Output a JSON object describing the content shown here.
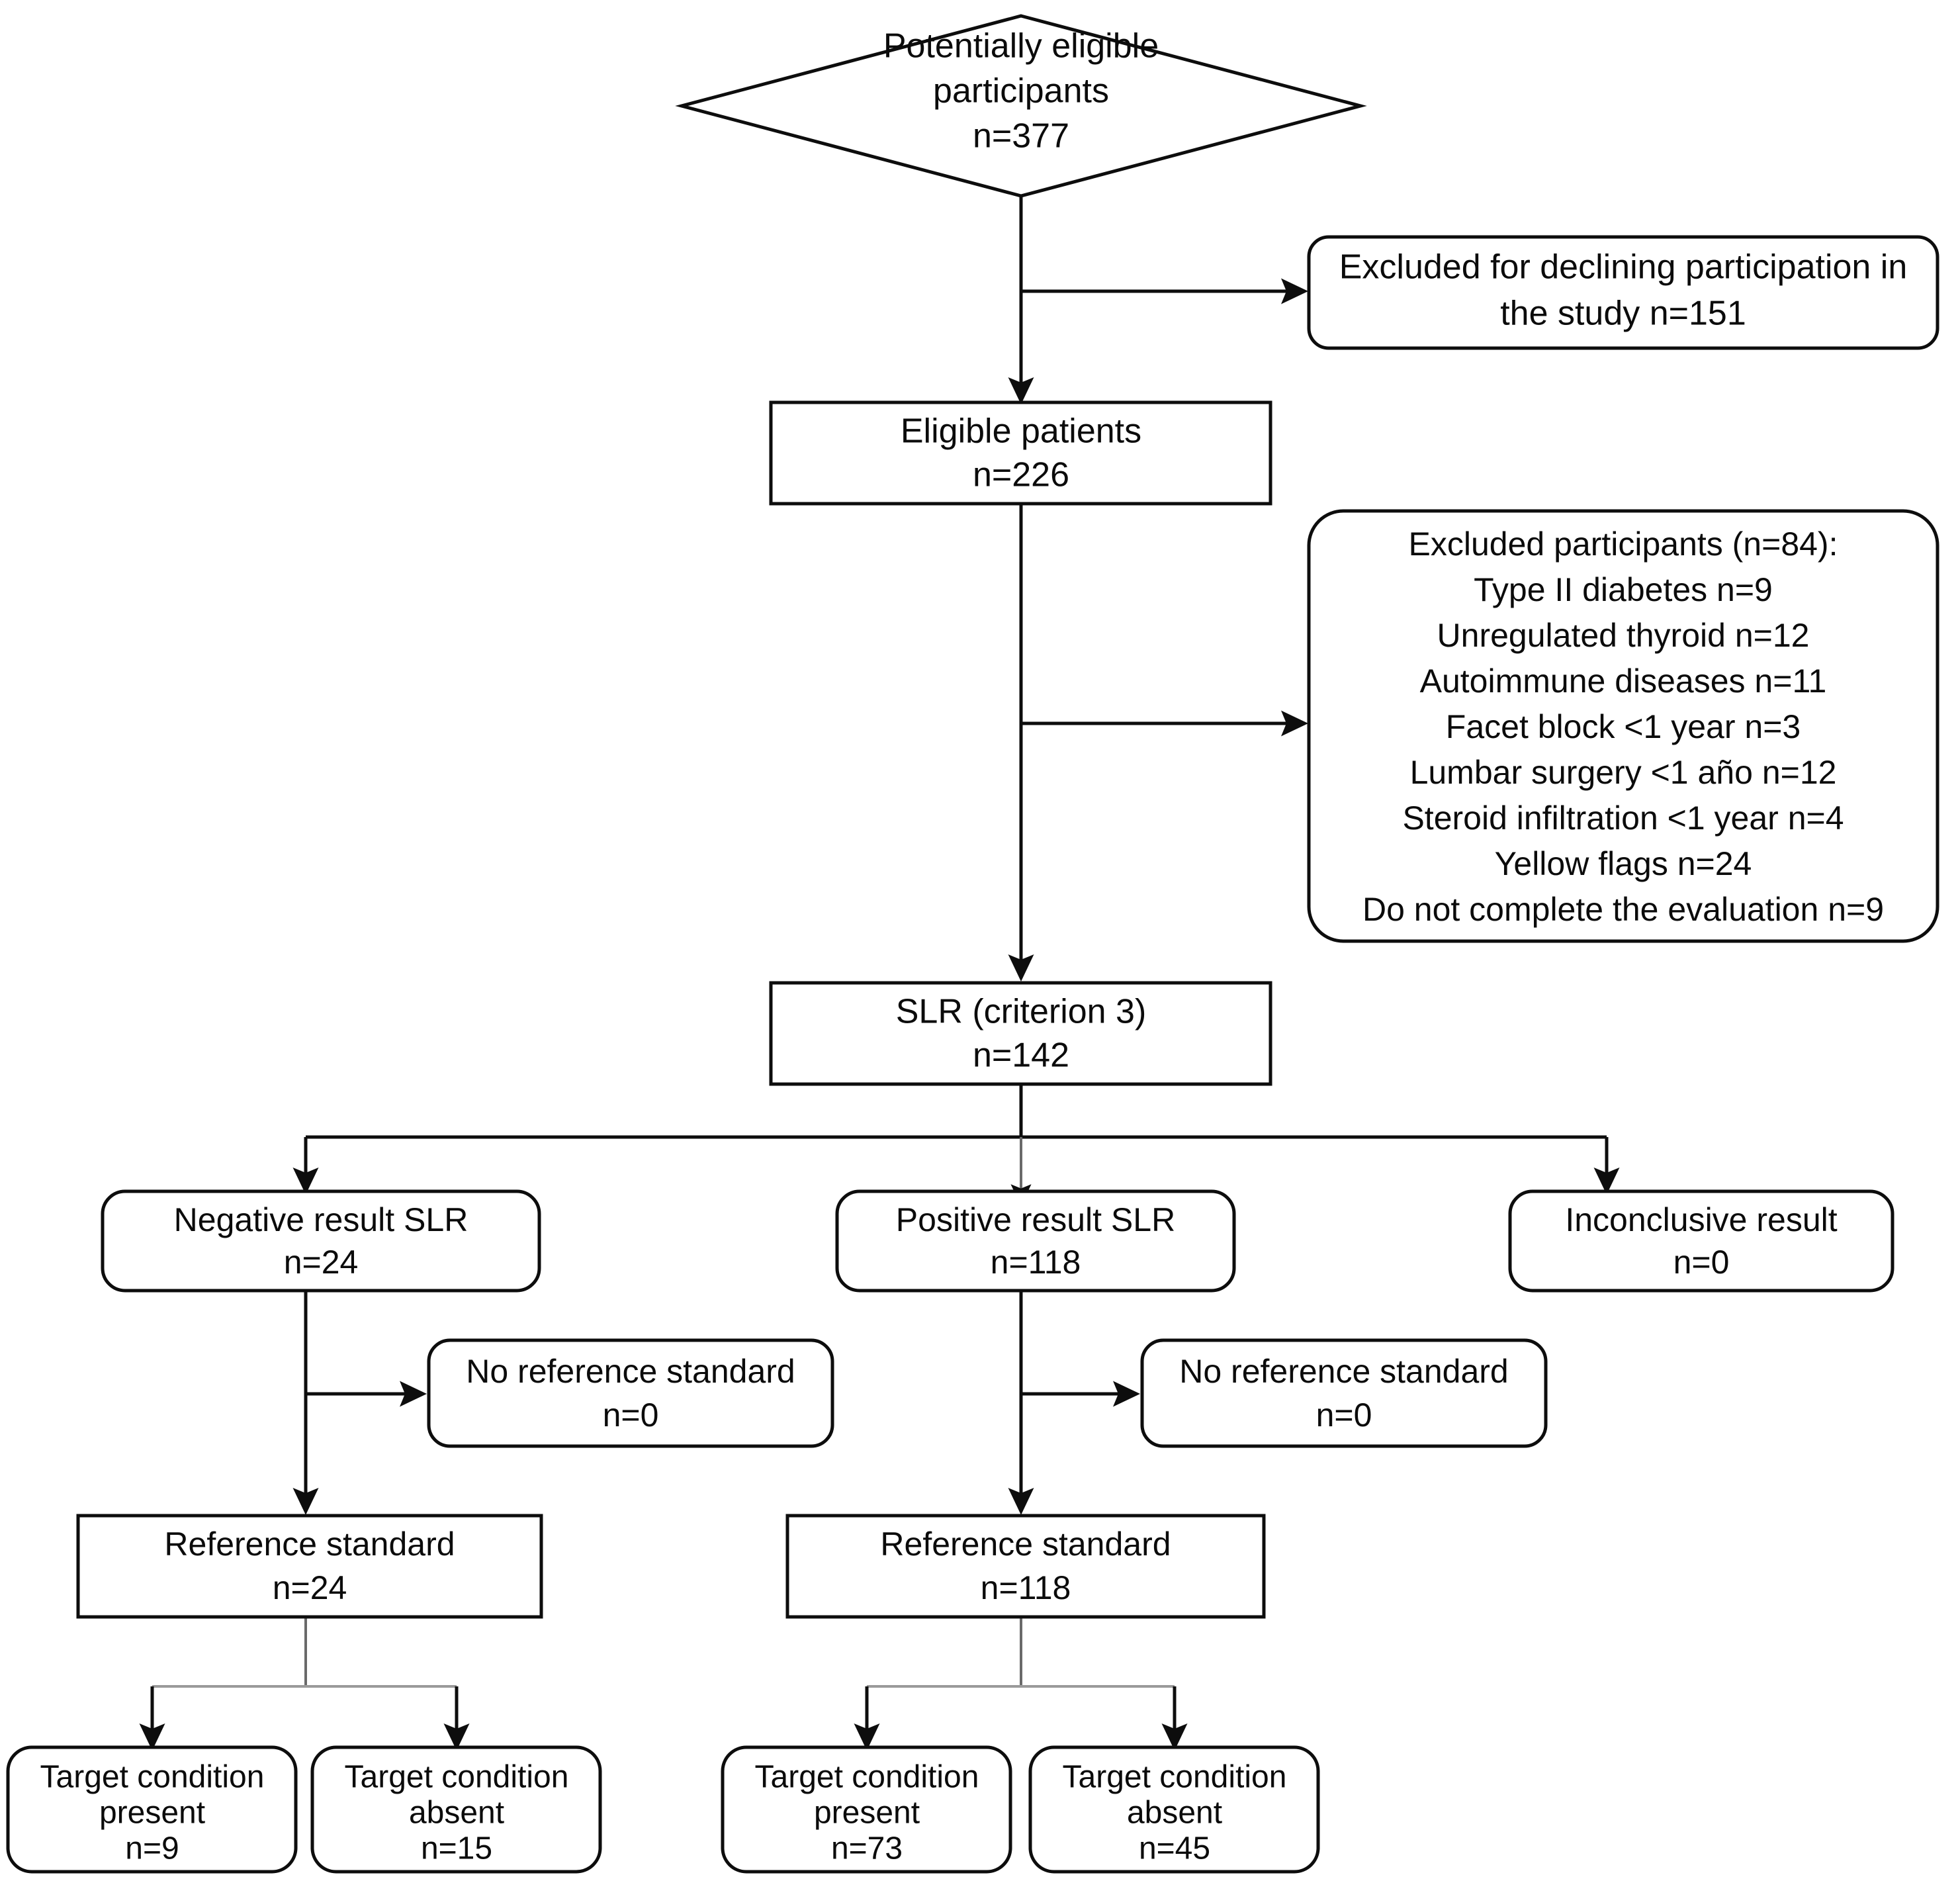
{
  "diagram": {
    "title": "STARD participant flow diagram",
    "colors": {
      "stroke": "#0d0d0d",
      "background": "#ffffff",
      "light_connector": "#9a9a9a"
    },
    "nodes": {
      "potentially_eligible": {
        "shape": "diamond",
        "line1": "Potentially eligible",
        "line2": "participants",
        "line3": "n=377"
      },
      "excluded_declining": {
        "shape": "rounded-rect",
        "line1": "Excluded for declining participation in",
        "line2": "the study n=151"
      },
      "eligible_patients": {
        "shape": "rect",
        "line1": "Eligible patients",
        "line2": "n=226"
      },
      "excluded_participants": {
        "shape": "rounded-rect",
        "lines": [
          "Excluded participants (n=84):",
          "Type II diabetes n=9",
          "Unregulated thyroid n=12",
          "Autoimmune diseases n=11",
          "Facet block <1 year n=3",
          "Lumbar surgery <1 año n=12",
          "Steroid infiltration <1 year n=4",
          "Yellow flags n=24",
          "Do not complete the evaluation n=9"
        ]
      },
      "slr": {
        "shape": "rect",
        "line1": "SLR (criterion 3)",
        "line2": "n=142"
      },
      "negative_result": {
        "shape": "rounded-rect",
        "line1": "Negative result SLR",
        "line2": "n=24"
      },
      "positive_result": {
        "shape": "rounded-rect",
        "line1": "Positive result SLR",
        "line2": "n=118"
      },
      "inconclusive_result": {
        "shape": "rounded-rect",
        "line1": "Inconclusive result",
        "line2": "n=0"
      },
      "no_reference_standard_left": {
        "shape": "rounded-rect",
        "line1": "No reference standard",
        "line2": "n=0"
      },
      "no_reference_standard_right": {
        "shape": "rounded-rect",
        "line1": "No reference standard",
        "line2": "n=0"
      },
      "reference_standard_left": {
        "shape": "rect",
        "line1": "Reference standard",
        "line2": "n=24"
      },
      "reference_standard_right": {
        "shape": "rect",
        "line1": "Reference standard",
        "line2": "n=118"
      },
      "target_present_left": {
        "shape": "rounded-rect",
        "line1": "Target condition",
        "line2": "present",
        "line3": "n=9"
      },
      "target_absent_left": {
        "shape": "rounded-rect",
        "line1": "Target condition",
        "line2": "absent",
        "line3": "n=15"
      },
      "target_present_right": {
        "shape": "rounded-rect",
        "line1": "Target condition",
        "line2": "present",
        "line3": "n=73"
      },
      "target_absent_right": {
        "shape": "rounded-rect",
        "line1": "Target condition",
        "line2": "absent",
        "line3": "n=45"
      }
    }
  }
}
